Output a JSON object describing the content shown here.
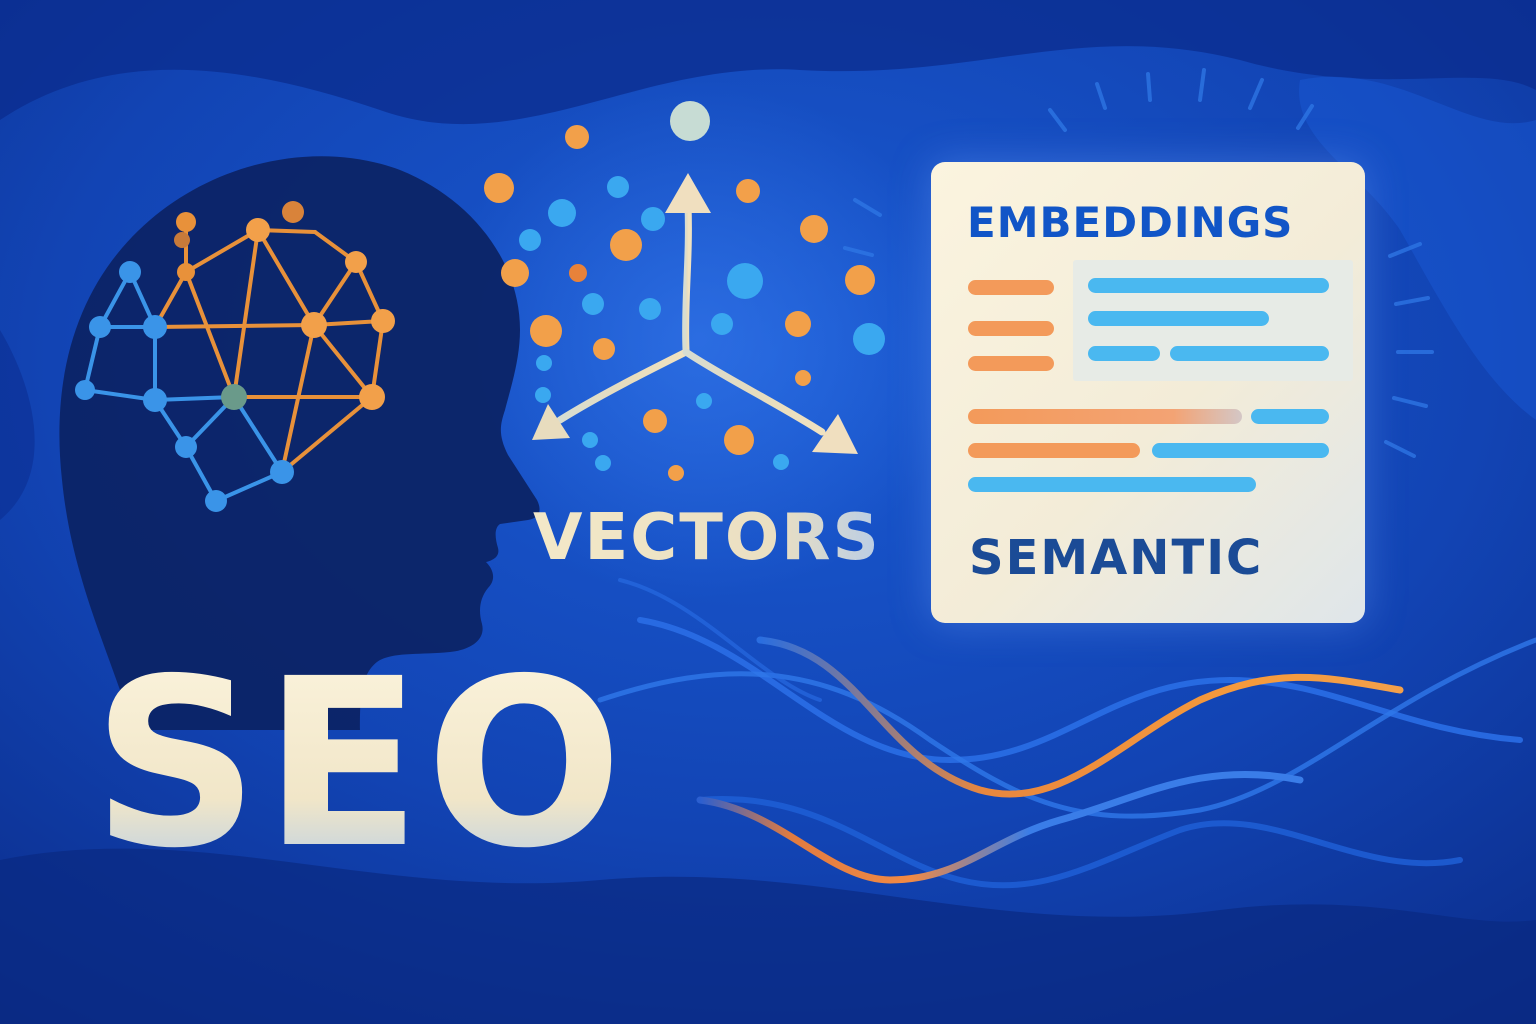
{
  "labels": {
    "seo": "SEO",
    "vectors": "VECTORS",
    "embeddings": "EMBEDDINGS",
    "semantic": "SEMANTIC"
  },
  "colors": {
    "background_dark": "#0a2a8a",
    "background_mid": "#1550c8",
    "head_silhouette": "#0c2466",
    "accent_orange": "#f59a3c",
    "accent_blue": "#3aa8f0",
    "text_cream": "#f6ecd2",
    "card_title_blue": "#1155c7",
    "card_subtitle_blue": "#1b4b96"
  },
  "icons": [
    "brain-network-icon",
    "vector-axes-icon",
    "document-card-icon",
    "wave-lines-icon"
  ]
}
